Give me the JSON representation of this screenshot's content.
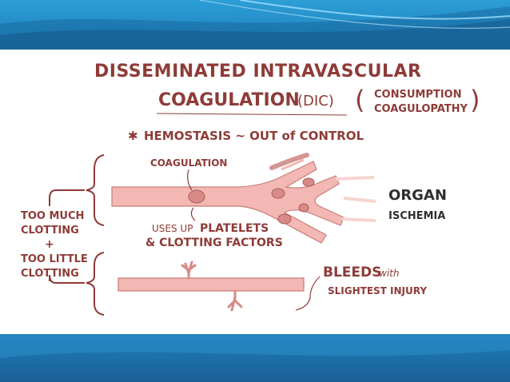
{
  "title": {
    "line1": "DISSEMINATED INTRAVASCULAR",
    "line2": "COAGULATION",
    "abbrev": "(DIC)",
    "alt_line1": "CONSUMPTION",
    "alt_line2": "COAGULOPATHY"
  },
  "subtitle": "HEMOSTASIS ~ OUT of CONTROL",
  "labels": {
    "coagulation": "COAGULATION",
    "uses_up": "USES UP",
    "platelets": "PLATELETS",
    "clotting_factors": "& CLOTTING FACTORS",
    "organ": "ORGAN",
    "ischemia": "ISCHEMIA",
    "too_much_1": "TOO MUCH",
    "too_much_2": "CLOTTING",
    "plus": "+",
    "too_little_1": "TOO LITTLE",
    "too_little_2": "CLOTTING",
    "bleeds": "BLEEDS",
    "with": "with",
    "slightest_injury": "SLIGHTEST INJURY"
  },
  "colors": {
    "ink": "#8e3b38",
    "vessel": "#f3b8b3",
    "clot": "#d98a86",
    "frame_blue": "#1c7cb8"
  }
}
